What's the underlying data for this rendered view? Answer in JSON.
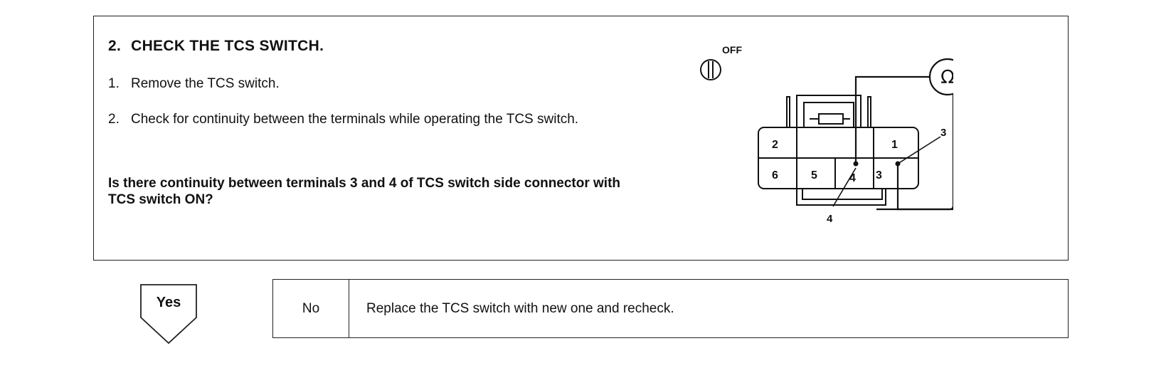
{
  "step": {
    "number": "2.",
    "title": "CHECK THE TCS SWITCH.",
    "items": [
      {
        "number": "1.",
        "text": "Remove the TCS switch."
      },
      {
        "number": "2.",
        "text": "Check for continuity between the terminals while operating the TCS switch."
      }
    ],
    "question": "Is there continuity between terminals 3 and 4 of TCS switch side connector with TCS switch ON?"
  },
  "diagram": {
    "ignition_label": "OFF",
    "ohm_symbol": "Ω",
    "terminals": [
      "1",
      "2",
      "3",
      "4",
      "5",
      "6"
    ],
    "callouts": [
      "3",
      "4"
    ]
  },
  "result": {
    "yes_label": "Yes",
    "no_label": "No",
    "no_action": "Replace the TCS switch with new one and recheck."
  }
}
